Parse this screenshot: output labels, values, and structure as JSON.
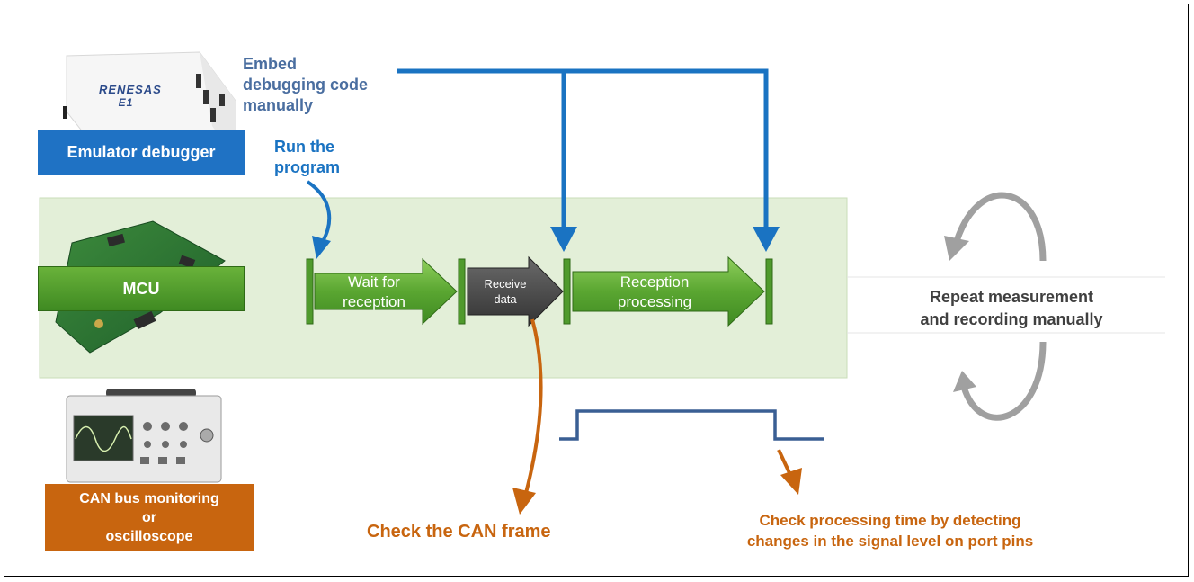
{
  "emulator": {
    "brand": "RENESAS",
    "model": "E1",
    "label": "Emulator debugger"
  },
  "mcu": {
    "label": "MCU"
  },
  "monitor": {
    "label_line1": "CAN bus monitoring",
    "label_line2": "or",
    "label_line3": "oscilloscope"
  },
  "annotations": {
    "embed_line1": "Embed",
    "embed_line2": "debugging code",
    "embed_line3": "manually",
    "run_line1": "Run the",
    "run_line2": "program",
    "repeat_line1": "Repeat measurement",
    "repeat_line2": "and recording manually",
    "check_frame": "Check the CAN frame",
    "check_time_line1": "Check processing time by detecting",
    "check_time_line2": "changes in the signal level on port pins"
  },
  "steps": [
    {
      "line1": "Wait for",
      "line2": "reception"
    },
    {
      "line1": "Receive",
      "line2": "data"
    },
    {
      "line1": "Reception",
      "line2": "processing"
    }
  ],
  "colors": {
    "blue": "#1a73c2",
    "steel_blue": "#4a6ea0",
    "orange": "#c8650f",
    "green_dark": "#3f8a22",
    "green_light": "#7dc24e",
    "panel_green": "#e3efd8",
    "grey": "#9a9a9a",
    "dark_grey": "#4a4a4a"
  }
}
